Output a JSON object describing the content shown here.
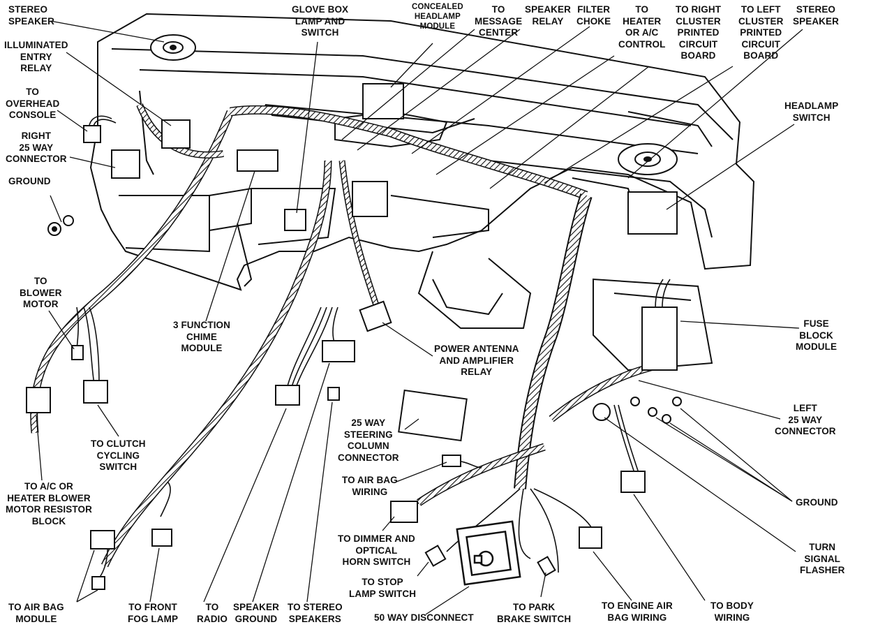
{
  "labels": {
    "stereo_speaker_left": "STEREO\nSPEAKER",
    "illuminated_entry_relay": "ILLUMINATED\nENTRY\nRELAY",
    "to_overhead_console": "TO\nOVERHEAD\nCONSOLE",
    "right_25_way_connector": "RIGHT\n25 WAY\nCONNECTOR",
    "ground_left": "GROUND",
    "to_blower_motor": "TO\nBLOWER\nMOTOR",
    "to_clutch_cycling_switch": "TO CLUTCH\nCYCLING\nSWITCH",
    "to_ac_heater_blower": "TO A/C OR\nHEATER BLOWER\nMOTOR RESISTOR\nBLOCK",
    "to_air_bag_module": "TO AIR BAG\nMODULE",
    "to_front_fog_lamp": "TO FRONT\nFOG LAMP",
    "to_radio": "TO\nRADIO",
    "speaker_ground": "SPEAKER\nGROUND",
    "to_stereo_speakers": "TO STEREO\nSPEAKERS",
    "three_function_chime_module": "3 FUNCTION\nCHIME\nMODULE",
    "glove_box_lamp_switch": "GLOVE BOX\nLAMP AND\nSWITCH",
    "concealed_headlamp_module": "CONCEALED\nHEADLAMP\nMODULE",
    "to_message_center": "TO\nMESSAGE\nCENTER",
    "speaker_relay": "SPEAKER\nRELAY",
    "filter_choke": "FILTER\nCHOKE",
    "to_heater_ac_control": "TO\nHEATER\nOR A/C\nCONTROL",
    "to_right_cluster_board": "TO RIGHT\nCLUSTER\nPRINTED\nCIRCUIT\nBOARD",
    "to_left_cluster_board": "TO LEFT\nCLUSTER\nPRINTED\nCIRCUIT\nBOARD",
    "stereo_speaker_right": "STEREO\nSPEAKER",
    "headlamp_switch": "HEADLAMP\nSWITCH",
    "power_antenna_relay": "POWER ANTENNA\nAND AMPLIFIER\nRELAY",
    "fuse_block_module": "FUSE\nBLOCK\nMODULE",
    "steering_column_connector": "25 WAY\nSTEERING\nCOLUMN\nCONNECTOR",
    "left_25_way_connector": "LEFT\n25 WAY\nCONNECTOR",
    "to_air_bag_wiring": "TO AIR BAG\nWIRING",
    "ground_right": "GROUND",
    "to_dimmer_horn_switch": "TO DIMMER AND\nOPTICAL\nHORN SWITCH",
    "turn_signal_flasher": "TURN\nSIGNAL\nFLASHER",
    "to_stop_lamp_switch": "TO STOP\nLAMP SWITCH",
    "fifty_way_disconnect": "50 WAY DISCONNECT",
    "to_park_brake_switch": "TO PARK\nBRAKE SWITCH",
    "to_engine_air_bag_wiring": "TO ENGINE AIR\nBAG WIRING",
    "to_body_wiring": "TO BODY\nWIRING"
  },
  "colors": {
    "ink": "#111111",
    "background": "#ffffff"
  }
}
